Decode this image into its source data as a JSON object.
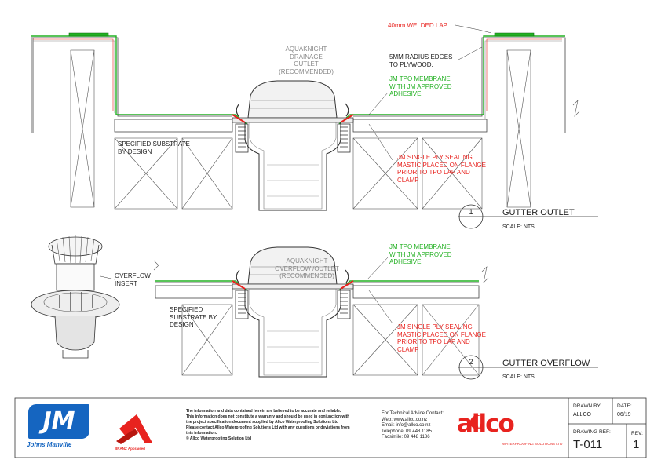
{
  "top_labels": {
    "drainage_outlet": "AQUAKNIGHT\nDRAINAGE\nOUTLET\n(RECOMMENDED)",
    "welded_lap": "40mm WELDED LAP",
    "radius_edges": "5MM RADIUS EDGES\nTO PLYWOOD.",
    "tpo_membrane": "JM TPO MEMBRANE\nWITH JM APPROVED\nADHESIVE",
    "substrate": "SPECIFIED SUBSTRATE\nBY DESIGN",
    "sealing_mastic": "JM SINGLE PLY SEALING\nMASTIC PLACED ON FLANGE\nPRIOR TO TPO LAP AND\nCLAMP"
  },
  "bottom_labels": {
    "overflow_outlet": "AQUAKNIGHT\nOVERFLOW /OUTLET\n(RECOMMENDED)",
    "overflow_insert": "OVERFLOW\nINSERT",
    "tpo_membrane": "JM TPO MEMBRANE\nWITH JM APPROVED\nADHESIVE",
    "substrate": "SPECIFIED\nSUBSTRATE BY\nDESIGN",
    "sealing_mastic": "JM SINGLE PLY SEALING\nMASTIC PLACED ON FLANGE\nPRIOR TO TPO LAP AND\nCLAMP"
  },
  "details": [
    {
      "number": "1",
      "title": "GUTTER OUTLET",
      "scale": "SCALE: NTS"
    },
    {
      "number": "2",
      "title": "GUTTER OVERFLOW",
      "scale": "SCALE: NTS"
    }
  ],
  "footer": {
    "jm_logo": "JM",
    "jm_brand": "Johns Manville",
    "branz": "BRANZ Appraised",
    "disclaimer": "The information and data contained herein are believed to be accurate and reliable.\nThis information does not constitute a warranty and should be used in conjunction with\nthe project specification document supplied by Allco Waterproofing Solutions Ltd\nPlease contact Allco Waterproofing Solutions Ltd with any questions or deviations from\nthis information.\n© Allco Waterproofing Solution Ltd",
    "contact": "For Technical Advice Contact:\nWeb: www.allco.co.nz\nEmail: info@allco.co.nz\nTelephone: 09 448 1185\nFacsimile: 09 448 1186",
    "allco_logo": "allco",
    "allco_tagline": "WATERPROOFING SOLUTIONS LTD",
    "drawn_by_label": "DRAWN BY:",
    "drawn_by": "ALLCO",
    "date_label": "DATE:",
    "date": "06/19",
    "drawing_ref_label": "DRAWING REF:",
    "drawing_ref": "T-011",
    "rev_label": "REV:",
    "rev": "1"
  },
  "colors": {
    "membrane": "#22b022",
    "mastic": "#e8231f",
    "line": "#444444",
    "jm_blue": "#1565c0",
    "allco_red": "#e8231f"
  }
}
